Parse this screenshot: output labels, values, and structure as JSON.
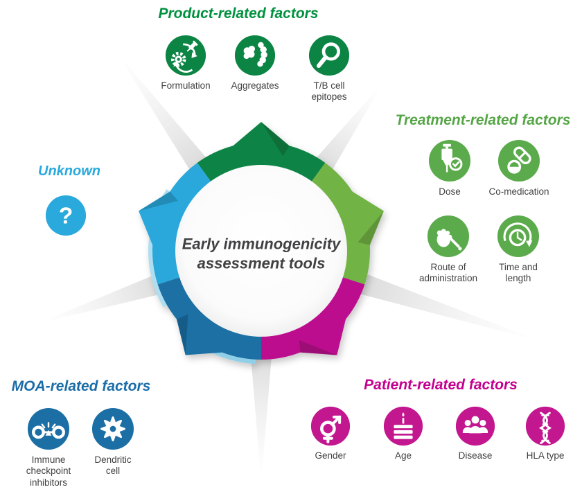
{
  "wheel": {
    "center_label": "Early immunogenicity\nassessment tools",
    "segments": [
      {
        "name": "product",
        "color": "#0B8444"
      },
      {
        "name": "treatment",
        "color": "#72B344"
      },
      {
        "name": "patient",
        "color": "#BC0D8E"
      },
      {
        "name": "moa",
        "color": "#1A6FA4"
      },
      {
        "name": "unknown",
        "color": "#29A8DB"
      }
    ]
  },
  "sections": {
    "product": {
      "title": "Product-related factors",
      "title_color": "#00913F",
      "icon_color": "#0B8444",
      "items": [
        {
          "label": "Formulation",
          "icon": "formulation-icon"
        },
        {
          "label": "Aggregates",
          "icon": "aggregates-icon"
        },
        {
          "label": "T/B cell\nepitopes",
          "icon": "magnifier-icon"
        }
      ]
    },
    "treatment": {
      "title": "Treatment-related factors",
      "title_color": "#55A546",
      "icon_color": "#5BAB4C",
      "items": [
        {
          "label": "Dose",
          "icon": "syringe-check-icon"
        },
        {
          "label": "Co-medication",
          "icon": "pills-icon"
        },
        {
          "label": "Route of\nadministration",
          "icon": "hand-dropper-icon"
        },
        {
          "label": "Time and\nlength",
          "icon": "clock-arrow-icon"
        }
      ]
    },
    "patient": {
      "title": "Patient-related factors",
      "title_color": "#C4008F",
      "icon_color": "#C2178F",
      "items": [
        {
          "label": "Gender",
          "icon": "gender-icon"
        },
        {
          "label": "Age",
          "icon": "cake-icon"
        },
        {
          "label": "Disease",
          "icon": "people-icon"
        },
        {
          "label": "HLA type",
          "icon": "dna-icon"
        }
      ]
    },
    "moa": {
      "title": "MOA-related factors",
      "title_color": "#1B6DA8",
      "icon_color": "#1C6FA4",
      "items": [
        {
          "label": "Immune\ncheckpoint\ninhibitors",
          "icon": "checkpoint-icon"
        },
        {
          "label": "Dendritic\ncell",
          "icon": "dendritic-cell-icon"
        }
      ]
    },
    "unknown": {
      "title": "Unknown",
      "title_color": "#29A9DC",
      "icon_color": "#29A9DC",
      "glyph": "?"
    }
  },
  "colors": {
    "canvas_background": "#FFFFFF",
    "label_text": "#414042",
    "center_text": "#414042",
    "divider_gray": "#C9C9C9"
  }
}
